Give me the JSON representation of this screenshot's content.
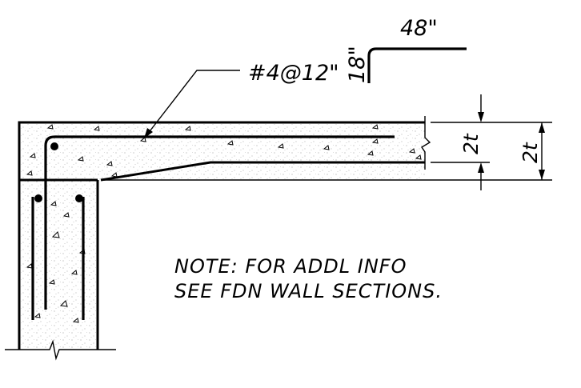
{
  "labels": {
    "hook_horizontal": "48\"",
    "hook_vertical": "18\"",
    "rebar_callout": "#4@12\"",
    "dim_inner": "2t",
    "dim_outer": "2t"
  },
  "note": {
    "line1": "NOTE:  FOR  ADDL  INFO",
    "line2": "SEE  FDN  WALL  SECTIONS."
  }
}
